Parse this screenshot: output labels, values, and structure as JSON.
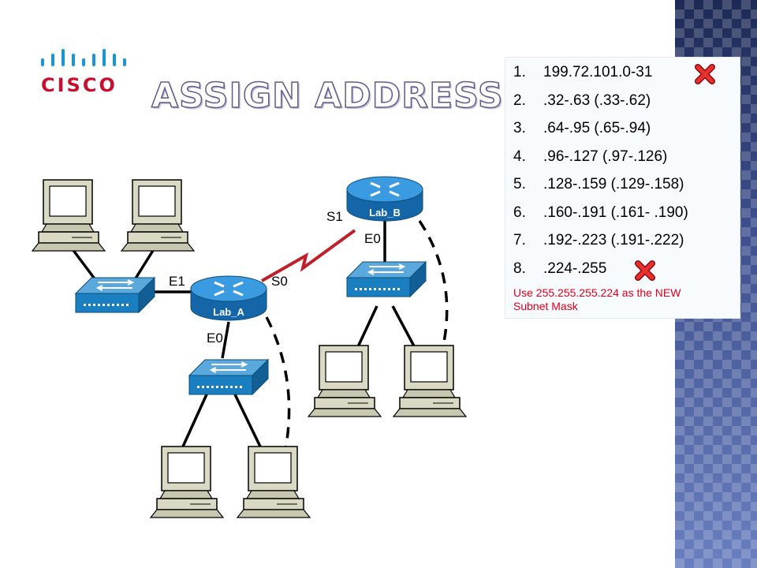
{
  "logo": {
    "text": "CISCO",
    "colors": {
      "bars": "#1b95d8",
      "word": "#c8102e"
    }
  },
  "title": "ASSIGN ADDRESSES",
  "diagram": {
    "routers": [
      {
        "name": "Lab_A"
      },
      {
        "name": "Lab_B"
      }
    ],
    "interfaces": {
      "lab_a_e1": "E1",
      "lab_a_s0": "S0",
      "lab_a_e0": "E0",
      "lab_b_s1": "S1",
      "lab_b_e0": "E0"
    },
    "colors": {
      "router": "#1a7fc0",
      "switch": "#1a7fc0",
      "serial_link": "#c0202a",
      "pc": "#d8d8c0"
    }
  },
  "subnets": {
    "items": [
      {
        "num": "1.",
        "range": "199.72.101.0-31",
        "invalid": true
      },
      {
        "num": "2.",
        "range": ".32-.63  (.33-.62)",
        "invalid": false
      },
      {
        "num": "3.",
        "range": ".64-.95  (.65-.94)",
        "invalid": false
      },
      {
        "num": "4.",
        "range": ".96-.127  (.97-.126)",
        "invalid": false
      },
      {
        "num": "5.",
        "range": ".128-.159  (.129-.158)",
        "invalid": false
      },
      {
        "num": "6.",
        "range": ".160-.191  (.161- .190)",
        "invalid": false
      },
      {
        "num": "7.",
        "range": ".192-.223  (.191-.222)",
        "invalid": false
      },
      {
        "num": "8.",
        "range": ".224-.255",
        "invalid": true
      }
    ],
    "note_line1": "Use 255.255.255.224 as the NEW",
    "note_line2": "Subnet Mask",
    "invalid_icon": "red-x-icon"
  }
}
